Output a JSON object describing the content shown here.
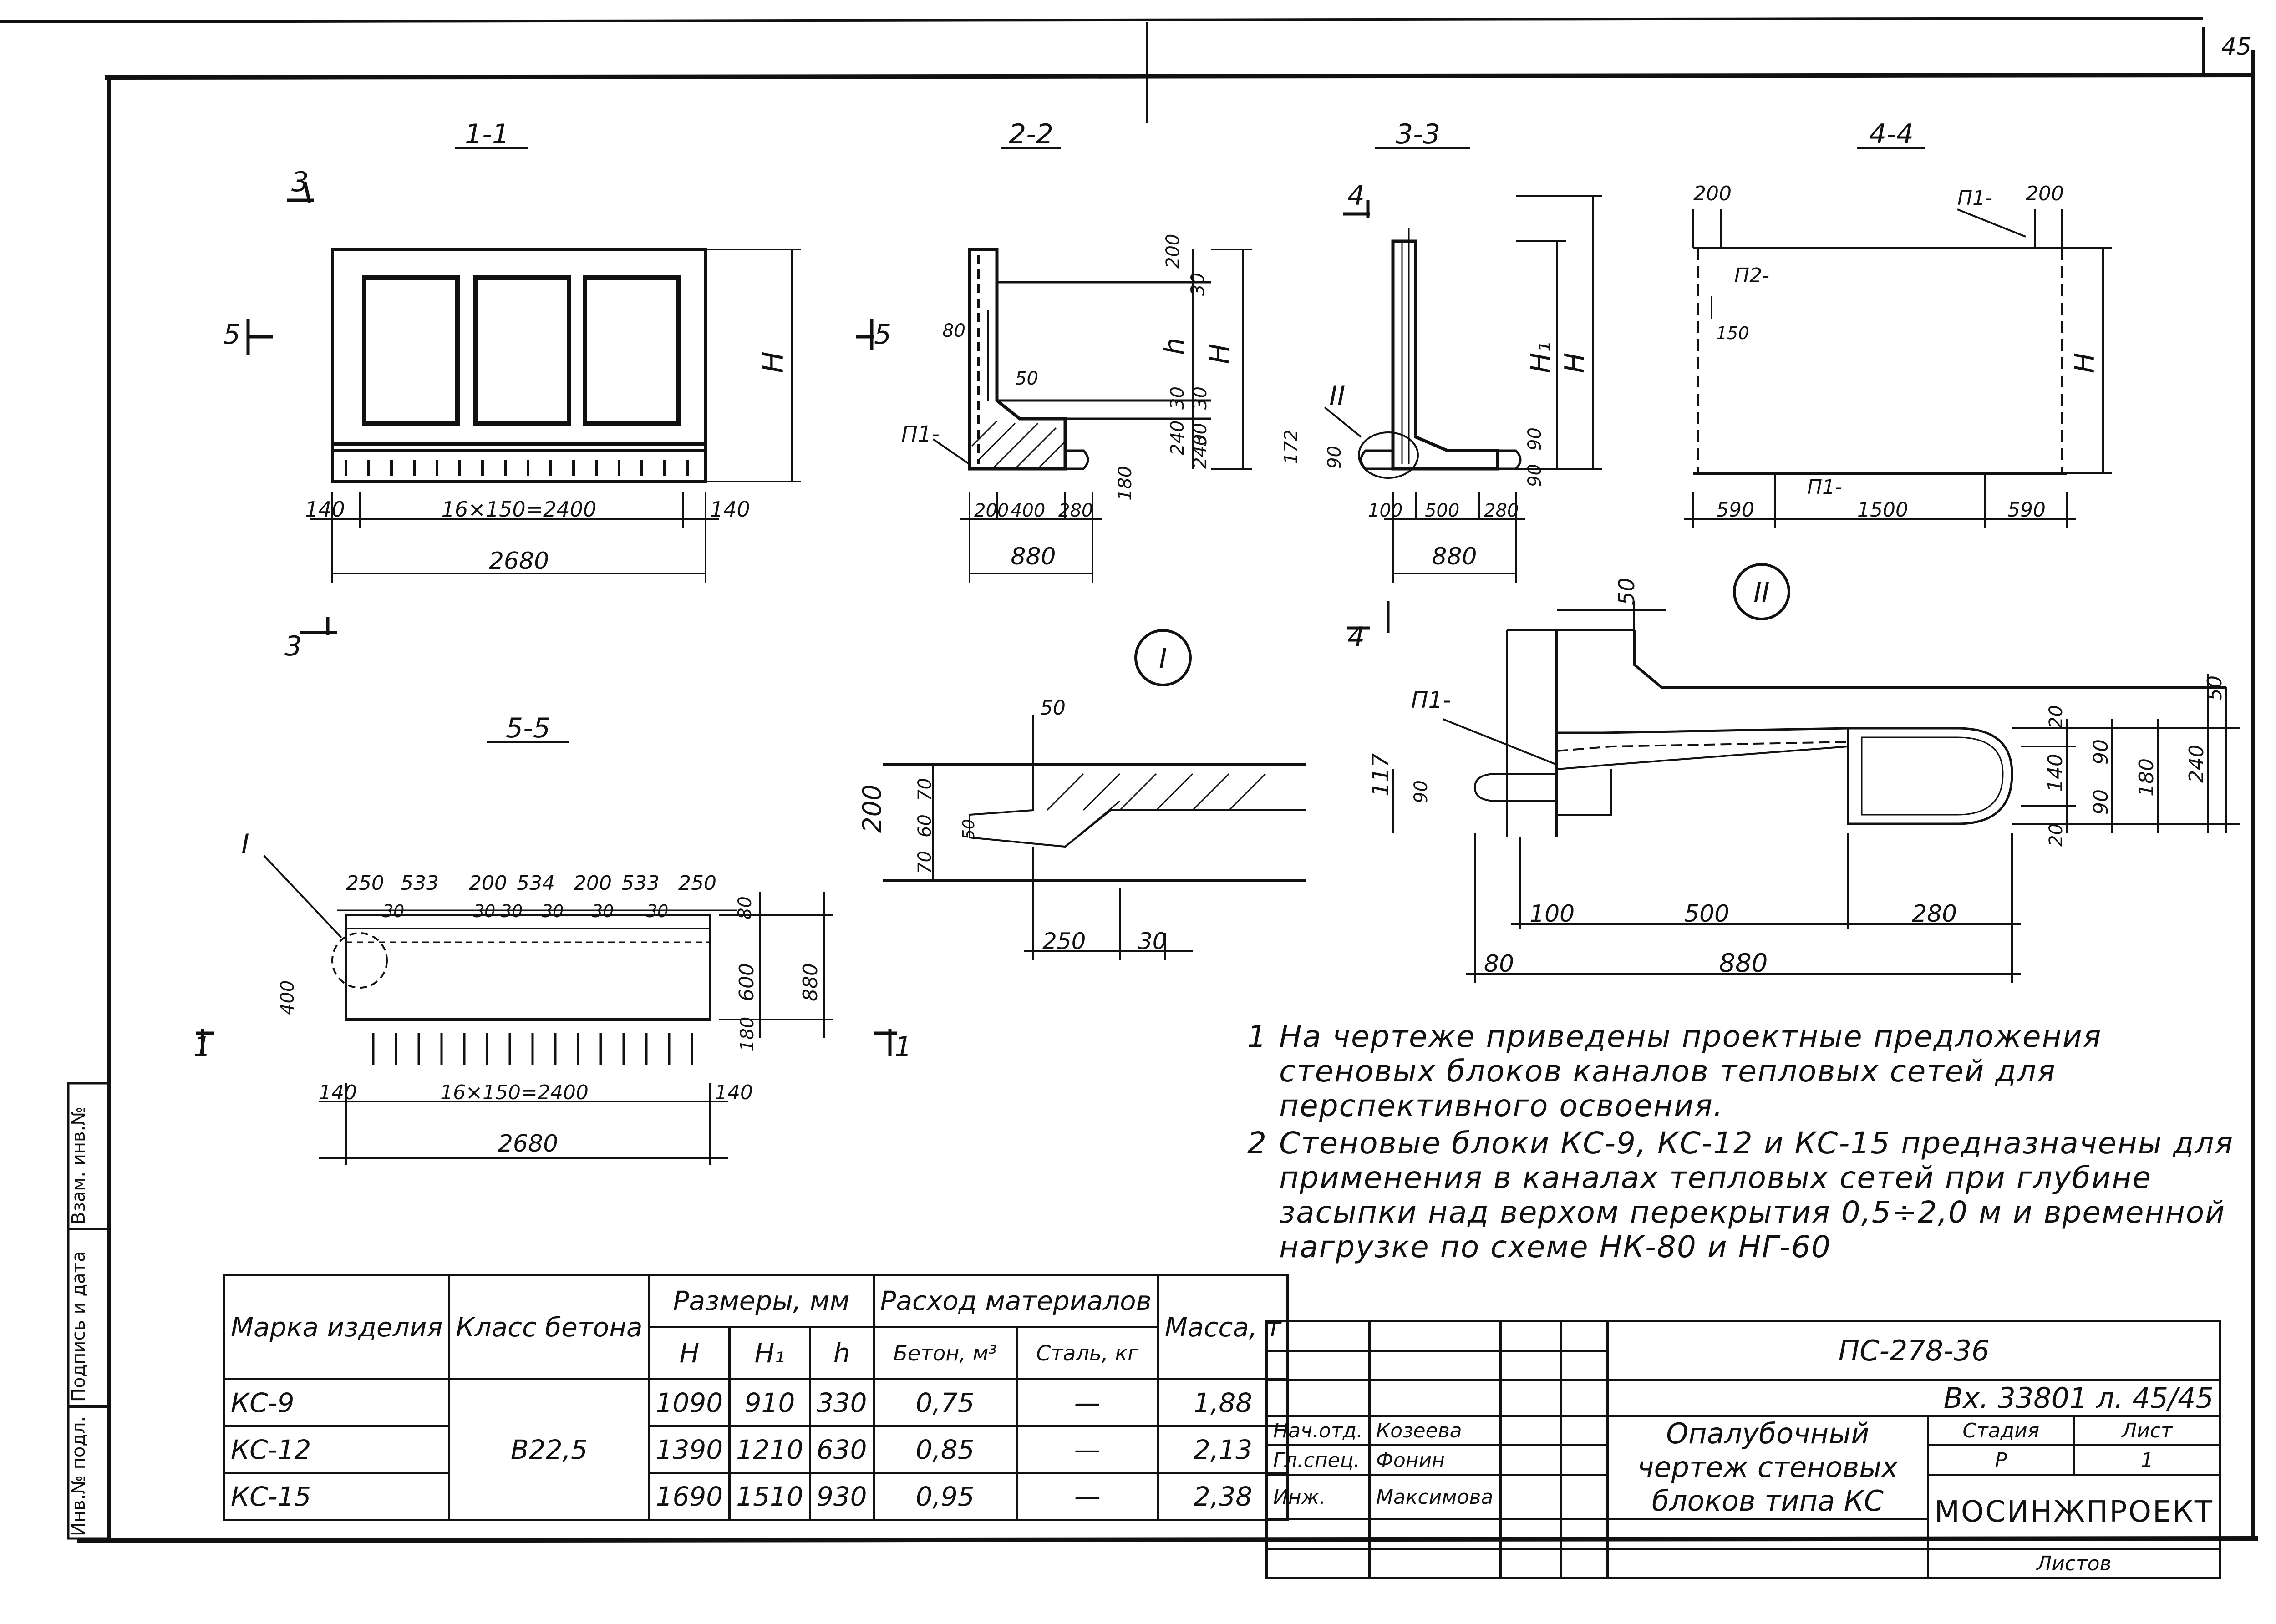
{
  "sheet_number": "45",
  "sections": {
    "s1": "1-1",
    "s2": "2-2",
    "s3": "3-3",
    "s4": "4-4",
    "s5": "5-5",
    "node1": "I",
    "node2": "II"
  },
  "cut_marks": {
    "c3": "3",
    "c5": "5",
    "c4": "4",
    "c1": "1"
  },
  "dims_1_1": {
    "left": "140",
    "mid": "16×150=2400",
    "right": "140",
    "total": "2680",
    "height": "H"
  },
  "dims_2_2": {
    "a": "200",
    "b": "30",
    "c": "80",
    "d": "50",
    "e": "30",
    "f": "240",
    "g": "30",
    "h": "30",
    "i": "240",
    "j": "180",
    "p": "П1-",
    "w1": "200",
    "w2": "400",
    "w3": "280",
    "total": "880",
    "hh": "h",
    "HH": "H"
  },
  "dims_3_3": {
    "a": "172",
    "b": "90",
    "c": "90",
    "d": "90",
    "w1": "100",
    "w2": "500",
    "w3": "280",
    "total": "880",
    "H1": "H₁",
    "HH": "H"
  },
  "dims_4_4": {
    "a": "200",
    "b": "200",
    "p1": "П1-",
    "p2": "П2-",
    "c": "150",
    "p3": "П1-",
    "w1": "590",
    "w2": "1500",
    "w3": "590",
    "HH": "H"
  },
  "dims_5_5": {
    "d1": "250",
    "d2": "533",
    "d3": "200",
    "d4": "534",
    "d5": "200",
    "d6": "533",
    "d7": "250",
    "g1": "30",
    "g2": "30",
    "g3": "30",
    "g4": "30",
    "g5": "30",
    "g6": "30",
    "v1": "80",
    "v2": "600",
    "v3": "880",
    "v4": "180",
    "v5": "400",
    "left": "140",
    "mid": "16×150=2400",
    "right": "140",
    "total": "2680"
  },
  "dims_node1": {
    "a": "50",
    "b": "70",
    "c": "60",
    "d": "70",
    "e": "200",
    "f": "50",
    "g": "250",
    "h": "30"
  },
  "dims_node2": {
    "a": "50",
    "b": "50",
    "p": "П1-",
    "c": "117",
    "d": "90",
    "e": "20",
    "f": "140",
    "g": "90",
    "h": "90",
    "i": "180",
    "j": "240",
    "k": "20",
    "w1": "100",
    "w2": "500",
    "w3": "280",
    "w0": "80",
    "total": "880"
  },
  "notes": [
    {
      "num": "1",
      "text": "На чертеже приведены проектные предложения стеновых блоков каналов тепловых сетей для перспективного освоения."
    },
    {
      "num": "2",
      "text": "Стеновые блоки КС-9, КС-12 и КС-15 предназначены для применения в каналах тепловых сетей при глубине засыпки над верхом перекрытия 0,5÷2,0 м и временной нагрузке по схеме НК-80 и НГ-60"
    }
  ],
  "spec_table": {
    "headers": {
      "mark": "Марка изделия",
      "class": "Класс бетона",
      "dims": "Размеры, мм",
      "H": "H",
      "H1": "H₁",
      "h": "h",
      "materials": "Расход материалов",
      "concrete": "Бетон, м³",
      "steel": "Сталь, кг",
      "mass": "Масса, т"
    },
    "concrete_class": "В22,5",
    "rows": [
      {
        "mark": "КС-9",
        "H": "1090",
        "H1": "910",
        "h": "330",
        "concrete": "0,75",
        "steel": "—",
        "mass": "1,88"
      },
      {
        "mark": "КС-12",
        "H": "1390",
        "H1": "1210",
        "h": "630",
        "concrete": "0,85",
        "steel": "—",
        "mass": "2,13"
      },
      {
        "mark": "КС-15",
        "H": "1690",
        "H1": "1510",
        "h": "930",
        "concrete": "0,95",
        "steel": "—",
        "mass": "2,38"
      }
    ]
  },
  "title_block": {
    "code": "ПС-278-36",
    "inv": "Вх. 33801 л. 45/45",
    "people": [
      {
        "role": "Нач.отд.",
        "name": "Козеева"
      },
      {
        "role": "Гл.спец.",
        "name": "Фонин"
      },
      {
        "role": "Инж.",
        "name": "Максимова"
      }
    ],
    "title": "Опалубочный чертеж стеновых блоков типа КС",
    "stage_label": "Стадия",
    "sheet_label": "Лист",
    "sheets_label": "Листов",
    "stage": "Р",
    "sheet": "1",
    "firm": "МОСИНЖПРОЕКТ"
  },
  "side_stamp": [
    "Инв.№ подл.",
    "Подпись и дата",
    "Взам. инв.№"
  ]
}
